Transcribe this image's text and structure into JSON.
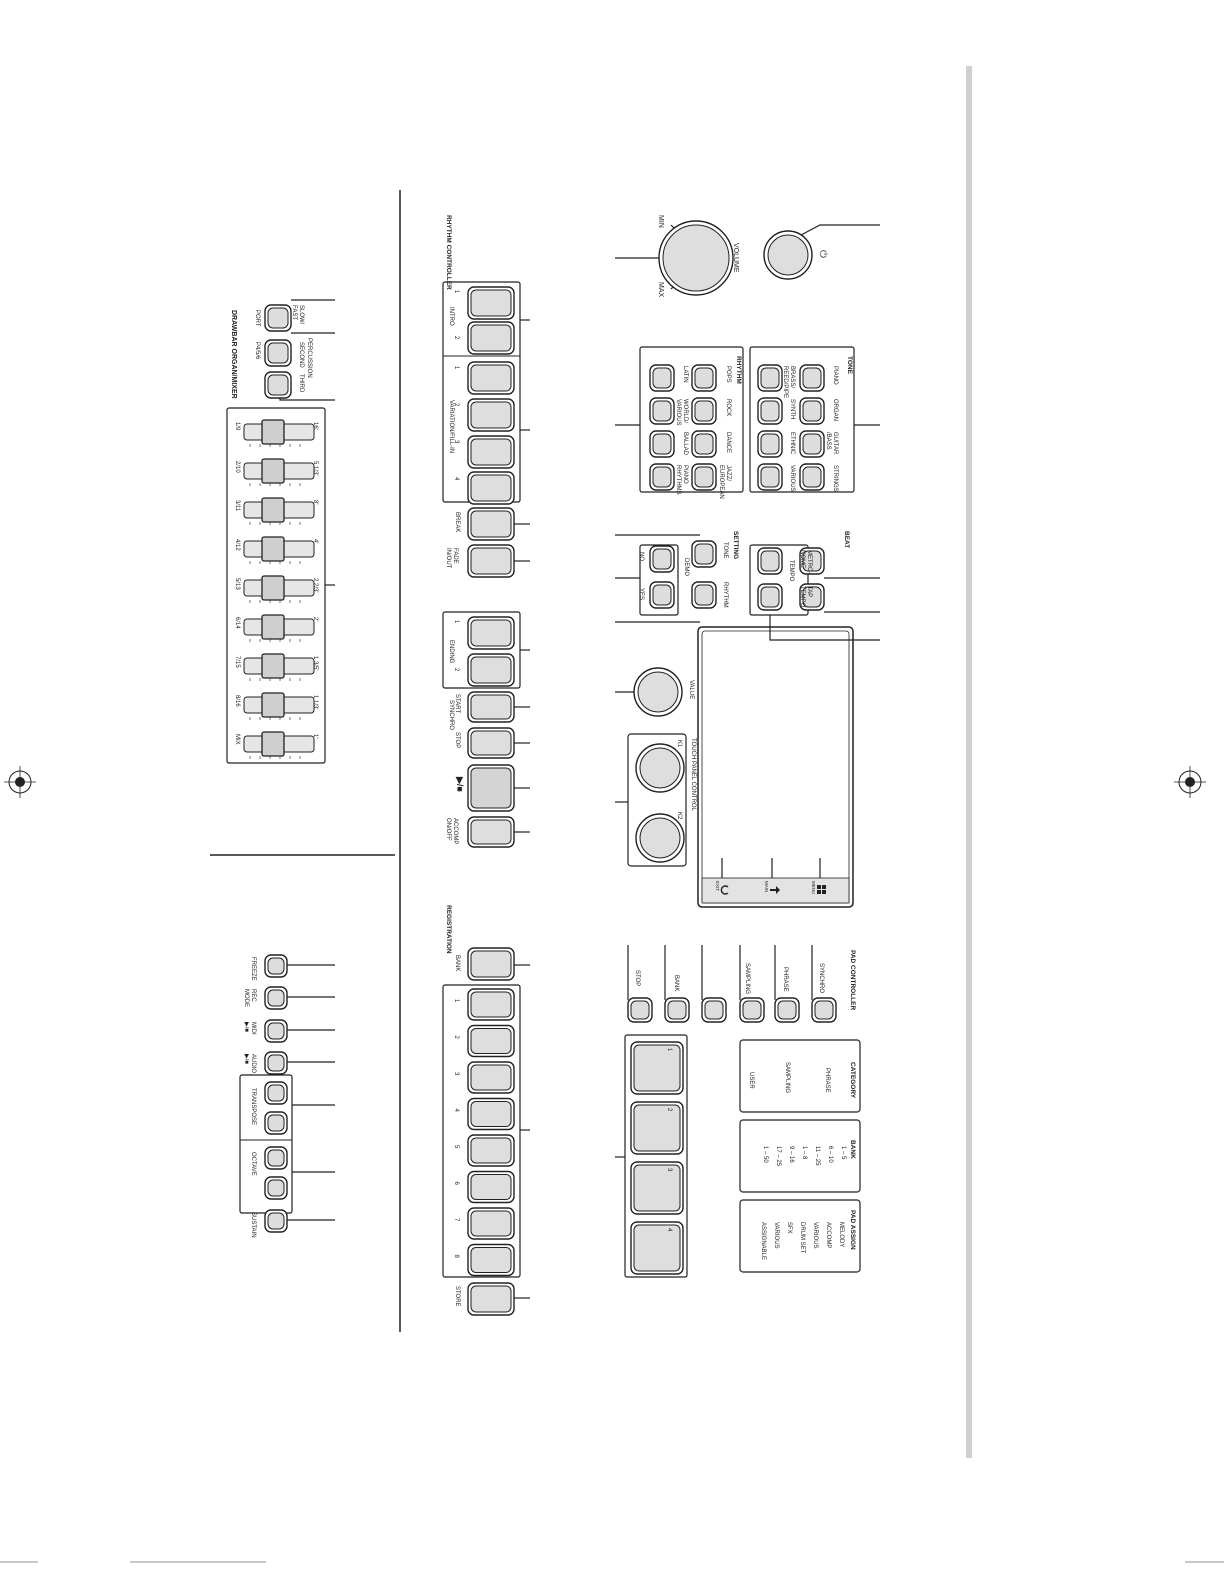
{
  "drawbar": {
    "title": "DRAWBAR ORGAN/MIXER",
    "slow_fast": "SLOW/\nFAST",
    "port": "PORT",
    "second": "SECOND",
    "percussion": "PERCUSSION",
    "third": "THIRD",
    "pct_label": "P4/5/6",
    "footages": [
      "16'",
      "5 1/3'",
      "8'",
      "4'",
      "2 2/3'",
      "2'",
      "1 3/5'",
      "1 1/3'",
      "1'"
    ],
    "channels": [
      "1/9",
      "2/10",
      "3/11",
      "4/12",
      "5/13",
      "6/14",
      "7/15",
      "8/16",
      "MIX"
    ]
  },
  "rhythm_controller": {
    "title": "RHYTHM CONTROLLER",
    "intro": "INTRO",
    "intro_nums": [
      "1",
      "2"
    ],
    "variation": "VARIATION/FILL-IN",
    "variation_nums": [
      "1",
      "2",
      "3",
      "4"
    ],
    "break": "BREAK",
    "fade": "FADE\nIN/OUT",
    "ending": "ENDING",
    "ending_nums": [
      "1",
      "2"
    ],
    "start": "START",
    "synchro": "SYNCHRO",
    "stop": "STOP",
    "play_stop": "▶/■",
    "accomp": "ACCOMP\nON/OFF"
  },
  "left_buttons": {
    "freeze": "FREEZE",
    "rec_mode": "REC\nMODE",
    "midi": "MIDI\n▶/■",
    "audio": "AUDIO\n▶/■",
    "transpose": "TRANSPOSE",
    "octave": "OCTAVE",
    "sustain": "SUSTAIN"
  },
  "registration": {
    "title": "REGISTRATION",
    "bank": "BANK",
    "nums": [
      "1",
      "2",
      "3",
      "4",
      "5",
      "6",
      "7",
      "8"
    ],
    "store": "STORE"
  },
  "volume": {
    "label": "VOLUME",
    "min": "MIN",
    "max": "MAX"
  },
  "power_symbol": "⏻",
  "rhythm": {
    "title": "RHYTHM",
    "cats": [
      "POPS",
      "ROCK",
      "DANCE",
      "JAZZ/\nEUROPEAN",
      "LATIN",
      "WORLD/\nVARIOUS",
      "BALLAD",
      "PIANO\nRHYTHMS"
    ]
  },
  "tone": {
    "title": "TONE",
    "cats": [
      "PIANO",
      "ORGAN",
      "GUITAR\n/BASS",
      "STRINGS",
      "BRASS/\nREED/PIPE",
      "SYNTH",
      "ETHNIC",
      "VARIOUS"
    ]
  },
  "setting": {
    "title": "SETTING",
    "tone": "TONE",
    "rhythm": "RHYTHM",
    "demo": "DEMO",
    "no": "NO",
    "yes": "YES"
  },
  "beat": {
    "title": "BEAT",
    "metronome": "METRO-\nNOME",
    "tap_tempo": "TAP\nTEMPO",
    "tempo": "TEMPO"
  },
  "value_label": "VALUE",
  "touch_panel": {
    "label": "TOUCH PANEL CONTROL",
    "k1": "K1",
    "k2": "K2"
  },
  "screen": {
    "exit": "EXIT",
    "main": "MAIN",
    "menu": "MENU"
  },
  "pad_controller": {
    "title": "PAD CONTROLLER",
    "synchro": "SYNCHRO",
    "phrase": "PHRASE",
    "sampling": "SAMPLING",
    "bank": "BANK",
    "stop": "STOP",
    "pads": [
      "1",
      "2",
      "3",
      "4"
    ]
  },
  "category": {
    "title": "CATEGORY",
    "items": [
      "PHRASE",
      "SAMPLING",
      "USER"
    ]
  },
  "bank_box": {
    "title": "BANK",
    "items": [
      "1 – 5",
      "6 – 10",
      "11 – 25",
      "1 – 8",
      "9 – 16",
      "17 – 25",
      "1 – 50"
    ]
  },
  "pad_assign": {
    "title": "PAD ASSIGN",
    "items": [
      "MELODY",
      "ACCOMP",
      "VARIOUS",
      "DRUM SET",
      "SFX",
      "VARIOUS",
      "ASSIGNABLE"
    ]
  }
}
